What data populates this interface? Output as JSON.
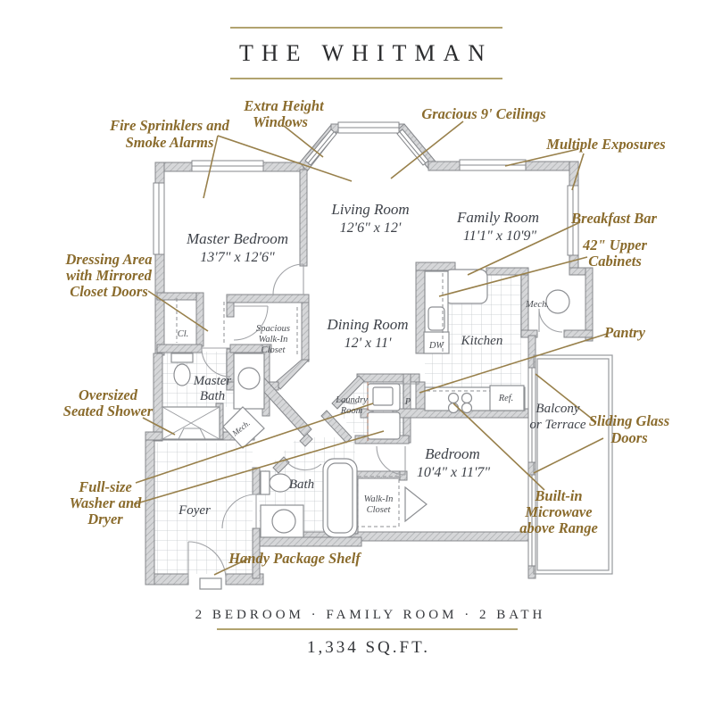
{
  "title": "THE WHITMAN",
  "footer": {
    "summary": "2 BEDROOM · FAMILY ROOM · 2 BATH",
    "sqft": "1,334 SQ.FT."
  },
  "rooms": {
    "master_bedroom": {
      "name": "Master Bedroom",
      "dims": "13'7\" x 12'6\""
    },
    "living": {
      "name": "Living Room",
      "dims": "12'6\" x 12'"
    },
    "family": {
      "name": "Family Room",
      "dims": "11'1\" x 10'9\""
    },
    "dining": {
      "name": "Dining Room",
      "dims": "12' x 11'"
    },
    "bedroom": {
      "name": "Bedroom",
      "dims": "10'4\" x 11'7\""
    },
    "kitchen": {
      "name": "Kitchen"
    },
    "master_bath": {
      "line1": "Master",
      "line2": "Bath"
    },
    "bath": {
      "name": "Bath"
    },
    "foyer": {
      "name": "Foyer"
    },
    "balcony": {
      "line1": "Balcony",
      "line2": "or Terrace"
    },
    "laundry": {
      "line1": "Laundry",
      "line2": "Room"
    },
    "walk_in": {
      "line1": "Walk-In",
      "line2": "Closet"
    },
    "spacious_wic": {
      "line1": "Spacious",
      "line2": "Walk-In",
      "line3": "Closet"
    },
    "cl": "Cl.",
    "dw": "DW",
    "ref": "Ref.",
    "mech": "Mech.",
    "mech_small": "Mech.",
    "pantry_p": "P"
  },
  "annotations": {
    "fire": {
      "line1": "Fire Sprinklers and",
      "line2": "Smoke Alarms"
    },
    "extra": {
      "line1": "Extra Height",
      "line2": "Windows"
    },
    "gracious": "Gracious 9' Ceilings",
    "exposures": "Multiple Exposures",
    "breakfast": "Breakfast Bar",
    "cabinets": {
      "line1": "42\" Upper",
      "line2": "Cabinets"
    },
    "pantry": "Pantry",
    "sliding": {
      "line1": "Sliding Glass",
      "line2": "Doors"
    },
    "microwave": {
      "line1": "Built-in",
      "line2": "Microwave",
      "line3": "above Range"
    },
    "dressing": {
      "line1": "Dressing Area",
      "line2": "with Mirrored",
      "line3": "Closet Doors"
    },
    "shower": {
      "line1": "Oversized",
      "line2": "Seated Shower"
    },
    "washer": {
      "line1": "Full-size",
      "line2": "Washer and",
      "line3": "Dryer"
    },
    "package": "Handy Package Shelf"
  },
  "colors": {
    "annotation_gold": "#8a6b2c",
    "leader_gold": "#98804b",
    "rule_gold": "#b1a36f",
    "label_gray": "#3e4249",
    "wall_gray": "#d6d7d9"
  }
}
